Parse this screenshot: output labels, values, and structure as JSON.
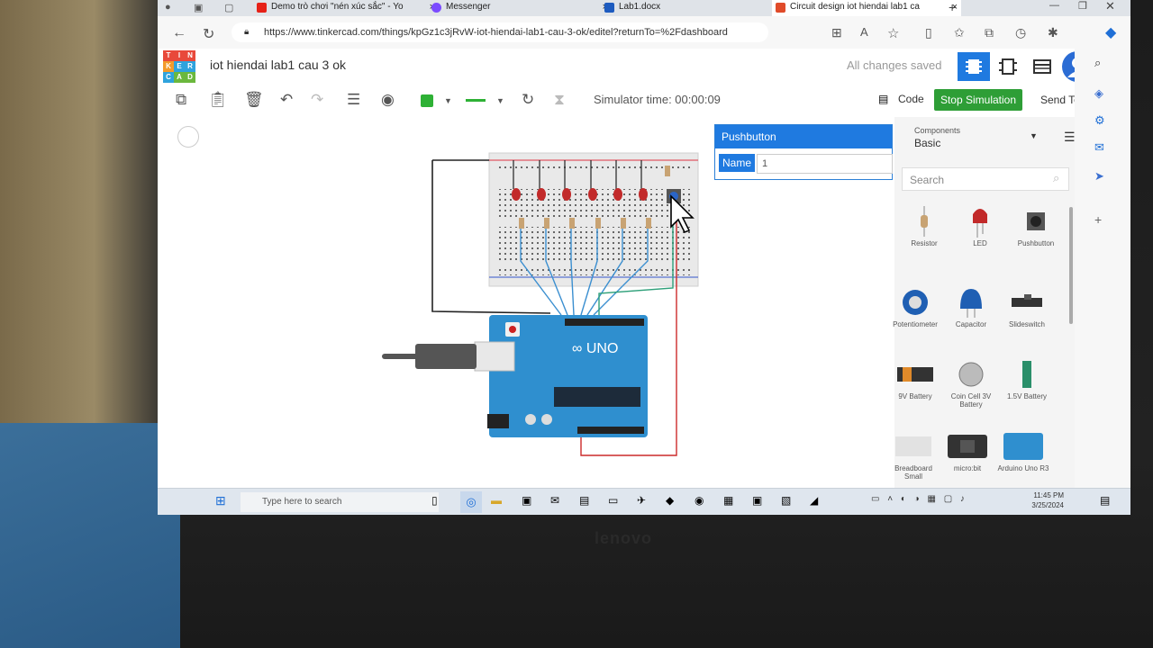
{
  "browser": {
    "tabs": [
      {
        "title": "Demo trò chơi \"nén xúc sắc\" - Yo",
        "icon": "youtube-icon",
        "color": "#e62117"
      },
      {
        "title": "Messenger",
        "icon": "messenger-icon",
        "color": "#7b4cff"
      },
      {
        "title": "Lab1.docx",
        "icon": "word-icon",
        "color": "#1d5bbf"
      },
      {
        "title": "Circuit design iot hiendai lab1 ca",
        "icon": "tinkercad-icon",
        "color": "#e04b2a"
      }
    ],
    "url": "https://www.tinkercad.com/things/kpGz1c3jRvW-iot-hiendai-lab1-cau-3-ok/editel?returnTo=%2Fdashboard"
  },
  "header": {
    "logo_letters": [
      "T",
      "I",
      "N",
      "K",
      "E",
      "R",
      "C",
      "A",
      "D"
    ],
    "project_name": "iot hiendai lab1 cau 3 ok",
    "save_status": "All changes saved"
  },
  "toolbar": {
    "sim_time": "Simulator time: 00:00:09",
    "code_label": "Code",
    "stop_label": "Stop Simulation",
    "send_label": "Send To",
    "fill_color": "#2eb135"
  },
  "inspector": {
    "title": "Pushbutton",
    "name_label": "Name",
    "name_value": "1"
  },
  "components_panel": {
    "category_label": "Components",
    "category_value": "Basic",
    "search_placeholder": "Search",
    "items": [
      {
        "label": "Resistor"
      },
      {
        "label": "LED"
      },
      {
        "label": "Pushbutton"
      },
      {
        "label": "Potentiometer"
      },
      {
        "label": "Capacitor"
      },
      {
        "label": "Slideswitch"
      },
      {
        "label": "9V Battery"
      },
      {
        "label": "Coin Cell 3V Battery"
      },
      {
        "label": "1.5V Battery"
      },
      {
        "label": "Breadboard Small"
      },
      {
        "label": "micro:bit"
      },
      {
        "label": "Arduino Uno R3"
      }
    ]
  },
  "taskbar": {
    "search_placeholder": "Type here to search",
    "time": "11:45 PM",
    "date": "3/25/2024"
  },
  "laptop_brand": "lenovo"
}
